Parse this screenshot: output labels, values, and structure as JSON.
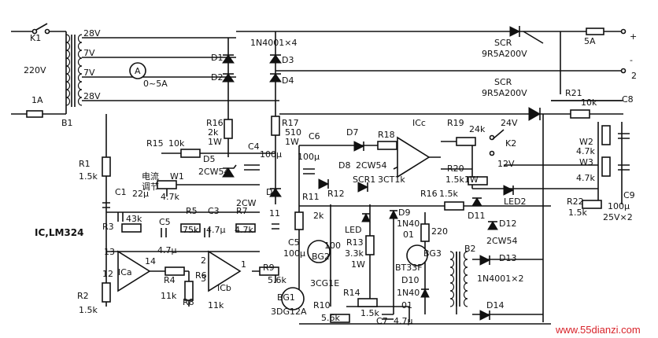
{
  "labels": {
    "k1": "K1",
    "mains": "220V",
    "fuse_in": "1A",
    "b1": "B1",
    "t1": "28V",
    "t2": "7V",
    "t3": "7V",
    "t4": "28V",
    "ammeter": "A",
    "ammeter_range": "0~5A",
    "d1": "D1",
    "d2": "D2",
    "d3": "D3",
    "d4": "D4",
    "bridge_note": "1N4001×4",
    "scr_top": "SCR",
    "scr_top_part": "9R5A200V",
    "scr_mid": "SCR",
    "scr_mid_part": "9R5A200V",
    "fuse_out": "5A",
    "out_plus": "+",
    "out_minus": "-",
    "out_two": "2",
    "r21": "R21",
    "r21_val": "10k",
    "c8": "C8",
    "r16": "R16",
    "r16_val": "2k",
    "r16_pw": "1W",
    "r17": "R17",
    "r17_val": "510",
    "r17_pw": "1W",
    "c4": "C4",
    "c4_val": "100μ",
    "d5": "D5",
    "d5_part": "2CW54",
    "r15": "R15",
    "r15_val": "10k",
    "w1_a": "电流",
    "w1_b": "调节",
    "w1": "W1",
    "w1_val": "4.7k",
    "d6": "D6",
    "d6_part": "2CW",
    "d6_num": "11",
    "c6": "C6",
    "c6_val": "100μ",
    "d7": "D7",
    "r18": "R18",
    "ic_c": "ICc",
    "r19": "R19",
    "r19_val": "24k",
    "v24": "24V",
    "k2": "K2",
    "v12": "12V",
    "w2": "W2",
    "w2_val": "4.7k",
    "w3": "W3",
    "w3_val": "4.7k",
    "d8": "D8",
    "d8_part": "2CW54",
    "scr1": "SCR1",
    "scr1_part": "3CT1k",
    "r20": "R20",
    "r20_val": "1.5k1W",
    "r16b": "R16",
    "r16b_val": "1.5k",
    "led2": "LED2",
    "r22": "R22",
    "r22_val": "1.5k",
    "c9": "C9",
    "c9_val": "100μ",
    "c9_v": "25V×2",
    "r1": "R1",
    "r1_val": "1.5k",
    "c1": "C1",
    "c1_val": "22μ",
    "r3": "R3",
    "r3_val": "43k",
    "c5": "C5",
    "c5_val": "4.7μ",
    "r5": "R5",
    "r5_val": "75k",
    "c3": "C3",
    "c3_val": "4.7μ",
    "r7": "R7",
    "r7_val": "4.7k",
    "ic_label": "IC,LM324",
    "pin13": "13",
    "pin14": "14",
    "pin12": "12",
    "ic_a": "ICa",
    "r4": "R4",
    "r4_val": "11k",
    "pin2": "2",
    "pin3": "3",
    "pin1": "1",
    "ic_b": "ICb",
    "r6": "R6",
    "r8": "R8",
    "r8_val": "11k",
    "r9": "R9",
    "r9_val": "5.6k",
    "r2": "R2",
    "r2_val": "1.5k",
    "r11": "R11",
    "r11_val": "2k",
    "r12": "R12",
    "c5b": "C5",
    "c5b_val": "100μ",
    "bg2": "BG2",
    "bg2_part": "3CG1E",
    "bg1": "BG1",
    "bg1_part": "3DG12A",
    "r10": "R10",
    "r10_val": "5.6k",
    "led": "LED",
    "r13": "R13",
    "r13_val": "3.3k",
    "r13_pw": "1W",
    "val100": "100",
    "d9": "D9",
    "d9_part": "1N40",
    "d9_num": "01",
    "r14": "R14",
    "r14_val": "1.5k",
    "c7": "C7",
    "c7_val": "4.7μ",
    "r_220": "220",
    "bg3": "BG3",
    "bt33f": "BT33F",
    "d10": "D10",
    "d10_part": "1N40",
    "d10_num": "01",
    "d11": "D11",
    "d12": "D12",
    "d12_part": "2CW54",
    "b2": "B2",
    "d13": "D13",
    "d13_note": "1N4001×2",
    "d14": "D14",
    "watermark": "www.55dianzi.com"
  }
}
